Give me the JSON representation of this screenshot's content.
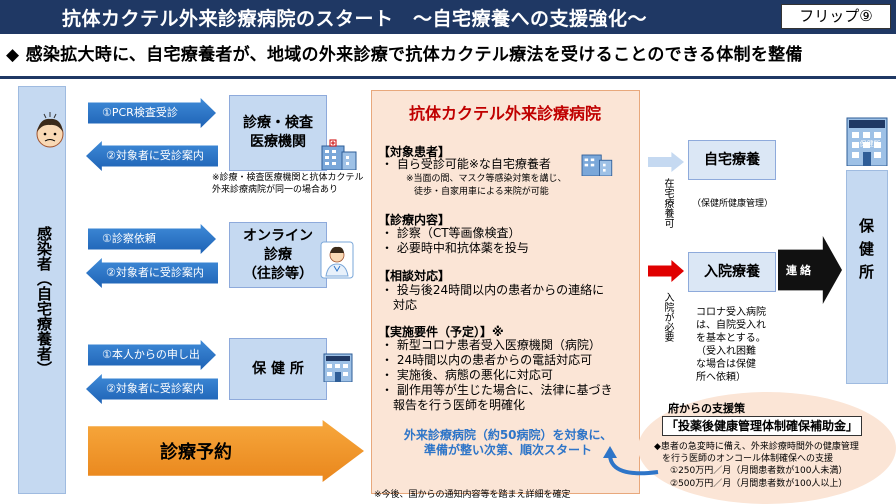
{
  "header": {
    "title": "抗体カクテル外来診療病院のスタート　～自宅療養への支援強化～",
    "flip_label": "フリップ⑨"
  },
  "subtitle": "◆ 感染拡大時に、自宅療養者が、地域の外来診療で抗体カクテル療法を受けることのできる体制を整備",
  "patient": {
    "label": "感染者（自宅療養者）"
  },
  "flows": {
    "row1": {
      "out_label": "①PCR検査受診",
      "in_label": "②対象者に受診案内",
      "box_line1": "診療・検査",
      "box_line2": "医療機関",
      "note": "※診療・検査医療機関と抗体カクテル外来診療病院が同一の場合あり"
    },
    "row2": {
      "out_label": "①診察依頼",
      "in_label": "②対象者に受診案内",
      "box_line1": "オンライン",
      "box_line2": "診療",
      "box_line3": "（往診等）"
    },
    "row3": {
      "out_label": "①本人からの申し出",
      "in_label": "②対象者に受診案内",
      "box_line1": "保 健 所"
    }
  },
  "reservation": {
    "label": "診療予約"
  },
  "center": {
    "title": "抗体カクテル外来診療病院",
    "target_head": "【対象患者】",
    "target_bullet": "・ 自ら受診可能※な自宅療養者",
    "target_note1": "※当面の間、マスク等感染対策を講じ、",
    "target_note2": "徒歩・自家用車による来院が可能",
    "content_head": "【診療内容】",
    "content_b1": "・ 診察（CT等画像検査）",
    "content_b2": "・ 必要時中和抗体薬を投与",
    "consult_head": "【相談対応】",
    "consult_b1": "・ 投与後24時間以内の患者からの連絡に",
    "consult_b1b": "対応",
    "req_head": "【実施要件（予定）】※",
    "req_b1": "・ 新型コロナ患者受入医療機関（病院）",
    "req_b2": "・ 24時間以内の患者からの電話対応可",
    "req_b3": "・ 実施後、病態の悪化に対応可",
    "req_b4": "・ 副作用等が生じた場合に、法律に基づき",
    "req_b4b": "報告を行う医師を明確化",
    "footer_line1": "外来診療病院（約50病院）を対象に、",
    "footer_line2": "準備が整い次第、順次スタート"
  },
  "bottom_note": "※今後、国からの通知内容等を踏まえ詳細を確定",
  "right": {
    "home_care": "自宅療養",
    "home_care_note": "（保健所健康管理）",
    "home_care_vert": "在宅療養可",
    "hospital": "入院療養",
    "hospital_vert": "入院が必要",
    "hospital_note1": "コロナ受入病院",
    "hospital_note2": "は、自院受入れ",
    "hospital_note3": "を基本とする。",
    "hospital_note4": "（受入れ困難",
    "hospital_note5": "な場合は保健",
    "hospital_note6": "所へ依頼）",
    "renraku": "連絡",
    "hokenjo": "保健所",
    "building_sign": "保健所"
  },
  "support": {
    "head": "府からの支援策",
    "box": "「投薬後健康管理体制確保補助金」",
    "line1": "◆患者の急変時に備え、外来診療時間外の健康管理",
    "line2": "を行う医師のオンコール体制確保への支援",
    "line3": "①250万円／月（月間患者数が100人未満）",
    "line4": "②500万円／月（月間患者数が100人以上）"
  },
  "colors": {
    "title_bg": "#1f3864",
    "arrow_blue": "#2e75c8",
    "center_title": "#c00000",
    "reserve_orange": "#f09a2b",
    "hospital_arrow": "#e00000"
  },
  "icons": [
    "patient-face-icon",
    "hospital-building-icon",
    "doctor-icon",
    "health-center-building-icon"
  ]
}
